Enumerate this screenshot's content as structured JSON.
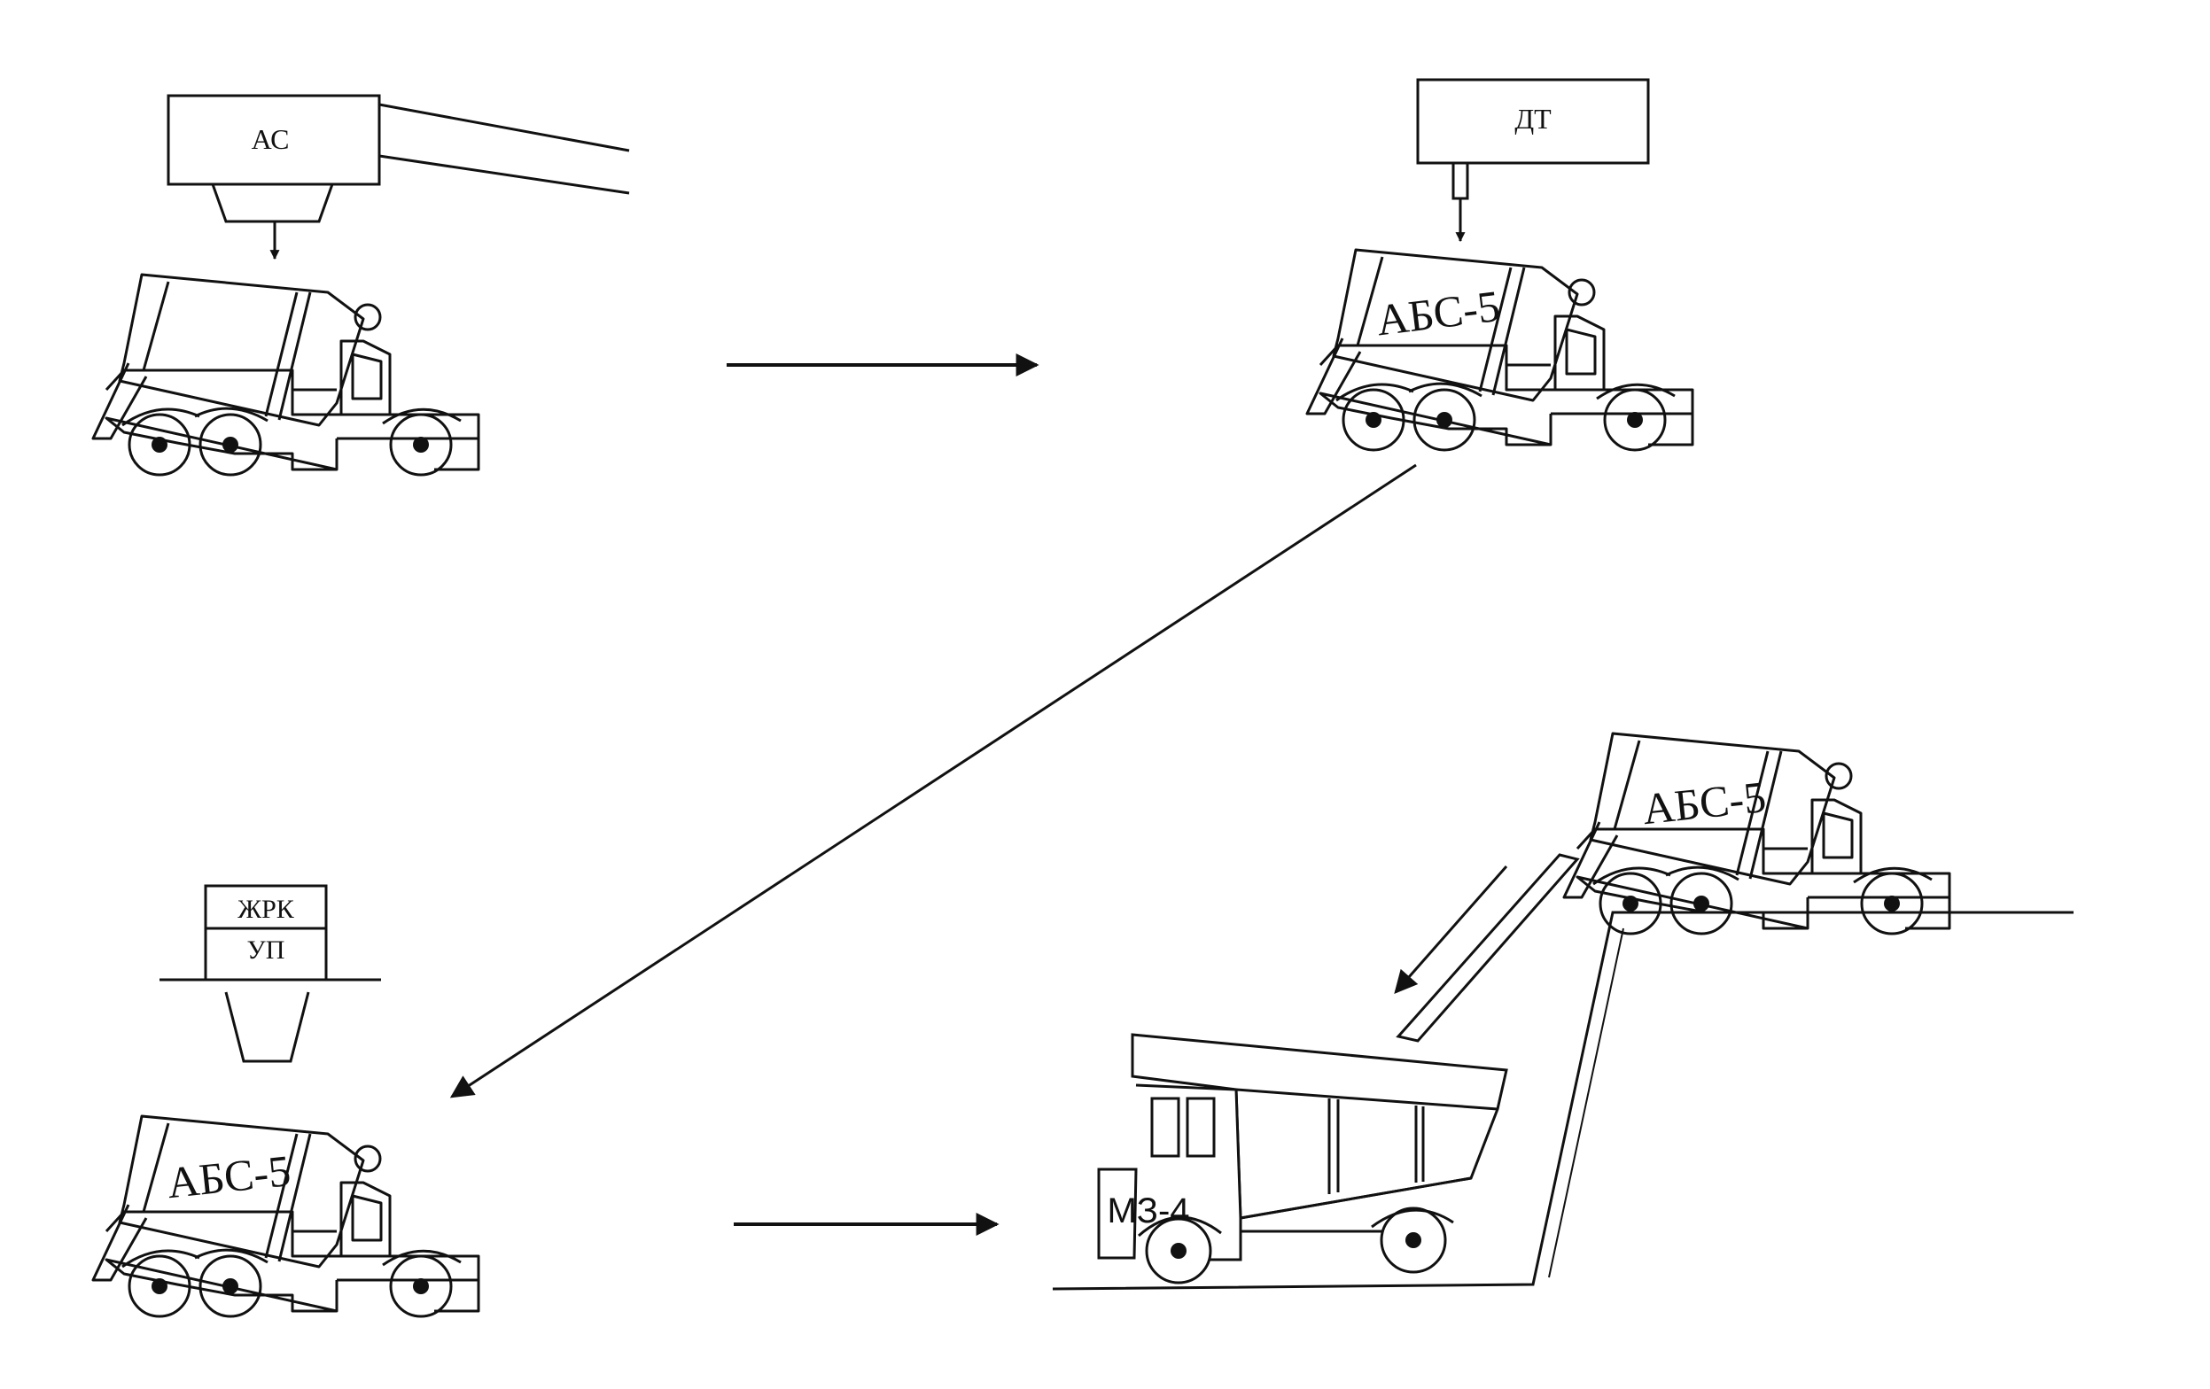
{
  "stages": {
    "loading_station": {
      "label": "АС"
    },
    "dosing_unit": {
      "label": "ДТ"
    },
    "mixer_truck": {
      "plate": "АБС-5"
    },
    "reception_block": {
      "upper_label": "ЖРК",
      "lower_label": "УП"
    },
    "dump_truck": {
      "plate": "МЗ-4"
    }
  },
  "colors": {
    "ink": "#111111",
    "background": "#ffffff"
  }
}
